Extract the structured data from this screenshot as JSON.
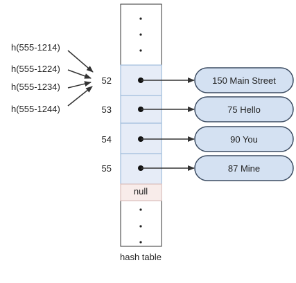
{
  "hash_calls": [
    "h(555-1214)",
    "h(555-1224)",
    "h(555-1234)",
    "h(555-1244)"
  ],
  "indices": [
    "52",
    "53",
    "54",
    "55"
  ],
  "null_text": "null",
  "nodes": [
    "150 Main Street",
    "75 Hello",
    "90 You",
    "87 Mine"
  ],
  "caption": "hash table",
  "colors": {
    "slot_fill": "#e6ecf7",
    "slot_border": "#8fb0d4",
    "null_fill": "#f8ecea",
    "node_fill": "#d4e1f2",
    "node_border": "#3c4c62",
    "stroke": "#333333"
  }
}
